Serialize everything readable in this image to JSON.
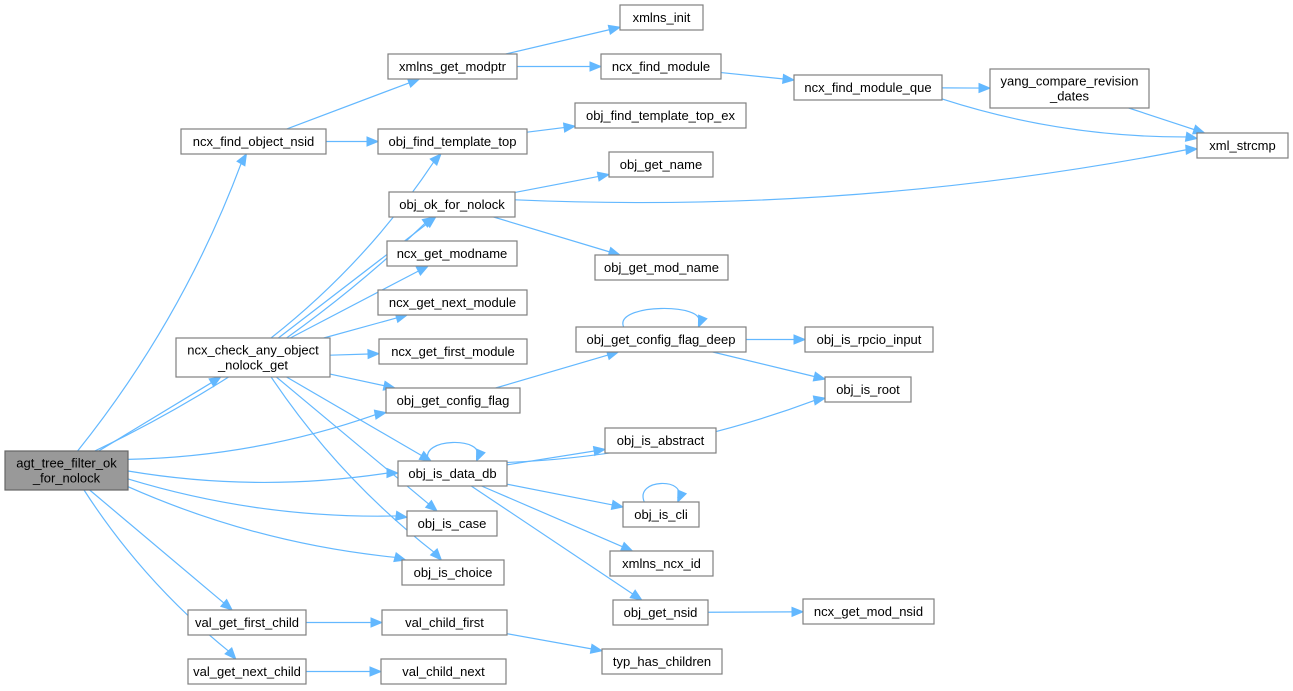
{
  "graph": {
    "type": "call-graph",
    "root": "agt_tree_filter_ok_for_nolock",
    "colors": {
      "edge": "#63b8ff",
      "node_border": "#808080",
      "root_fill": "#999999",
      "node_fill": "#ffffff"
    },
    "nodes": [
      {
        "id": "agt_tree_filter_ok_for_nolock",
        "lines": [
          "agt_tree_filter_ok",
          "_for_nolock"
        ],
        "root": true
      },
      {
        "id": "ncx_find_object_nsid",
        "lines": [
          "ncx_find_object_nsid"
        ]
      },
      {
        "id": "ncx_check_any_object_nolock_get",
        "lines": [
          "ncx_check_any_object",
          "_nolock_get"
        ]
      },
      {
        "id": "val_get_first_child",
        "lines": [
          "val_get_first_child"
        ]
      },
      {
        "id": "val_get_next_child",
        "lines": [
          "val_get_next_child"
        ]
      },
      {
        "id": "xmlns_get_modptr",
        "lines": [
          "xmlns_get_modptr"
        ]
      },
      {
        "id": "obj_find_template_top",
        "lines": [
          "obj_find_template_top"
        ]
      },
      {
        "id": "obj_ok_for_nolock",
        "lines": [
          "obj_ok_for_nolock"
        ]
      },
      {
        "id": "ncx_get_modname",
        "lines": [
          "ncx_get_modname"
        ]
      },
      {
        "id": "ncx_get_next_module",
        "lines": [
          "ncx_get_next_module"
        ]
      },
      {
        "id": "ncx_get_first_module",
        "lines": [
          "ncx_get_first_module"
        ]
      },
      {
        "id": "obj_get_config_flag",
        "lines": [
          "obj_get_config_flag"
        ]
      },
      {
        "id": "obj_is_data_db",
        "lines": [
          "obj_is_data_db"
        ]
      },
      {
        "id": "obj_is_case",
        "lines": [
          "obj_is_case"
        ]
      },
      {
        "id": "obj_is_choice",
        "lines": [
          "obj_is_choice"
        ]
      },
      {
        "id": "val_child_first",
        "lines": [
          "val_child_first"
        ]
      },
      {
        "id": "val_child_next",
        "lines": [
          "val_child_next"
        ]
      },
      {
        "id": "xmlns_init",
        "lines": [
          "xmlns_init"
        ]
      },
      {
        "id": "ncx_find_module",
        "lines": [
          "ncx_find_module"
        ]
      },
      {
        "id": "obj_find_template_top_ex",
        "lines": [
          "obj_find_template_top_ex"
        ]
      },
      {
        "id": "obj_get_name",
        "lines": [
          "obj_get_name"
        ]
      },
      {
        "id": "obj_get_mod_name",
        "lines": [
          "obj_get_mod_name"
        ]
      },
      {
        "id": "obj_get_config_flag_deep",
        "lines": [
          "obj_get_config_flag_deep"
        ]
      },
      {
        "id": "obj_is_abstract",
        "lines": [
          "obj_is_abstract"
        ]
      },
      {
        "id": "obj_is_cli",
        "lines": [
          "obj_is_cli"
        ]
      },
      {
        "id": "xmlns_ncx_id",
        "lines": [
          "xmlns_ncx_id"
        ]
      },
      {
        "id": "obj_get_nsid",
        "lines": [
          "obj_get_nsid"
        ]
      },
      {
        "id": "typ_has_children",
        "lines": [
          "typ_has_children"
        ]
      },
      {
        "id": "ncx_find_module_que",
        "lines": [
          "ncx_find_module_que"
        ]
      },
      {
        "id": "obj_is_rpcio_input",
        "lines": [
          "obj_is_rpcio_input"
        ]
      },
      {
        "id": "obj_is_root",
        "lines": [
          "obj_is_root"
        ]
      },
      {
        "id": "ncx_get_mod_nsid",
        "lines": [
          "ncx_get_mod_nsid"
        ]
      },
      {
        "id": "yang_compare_revision_dates",
        "lines": [
          "yang_compare_revision",
          "_dates"
        ]
      },
      {
        "id": "xml_strcmp",
        "lines": [
          "xml_strcmp"
        ]
      }
    ],
    "edges": [
      [
        "agt_tree_filter_ok_for_nolock",
        "ncx_find_object_nsid"
      ],
      [
        "agt_tree_filter_ok_for_nolock",
        "obj_ok_for_nolock"
      ],
      [
        "agt_tree_filter_ok_for_nolock",
        "ncx_check_any_object_nolock_get"
      ],
      [
        "agt_tree_filter_ok_for_nolock",
        "obj_get_config_flag"
      ],
      [
        "agt_tree_filter_ok_for_nolock",
        "obj_is_data_db"
      ],
      [
        "agt_tree_filter_ok_for_nolock",
        "obj_is_case"
      ],
      [
        "agt_tree_filter_ok_for_nolock",
        "obj_is_choice"
      ],
      [
        "agt_tree_filter_ok_for_nolock",
        "val_get_first_child"
      ],
      [
        "agt_tree_filter_ok_for_nolock",
        "val_get_next_child"
      ],
      [
        "ncx_find_object_nsid",
        "xmlns_get_modptr"
      ],
      [
        "ncx_find_object_nsid",
        "obj_find_template_top"
      ],
      [
        "ncx_check_any_object_nolock_get",
        "obj_find_template_top"
      ],
      [
        "ncx_check_any_object_nolock_get",
        "obj_ok_for_nolock"
      ],
      [
        "ncx_check_any_object_nolock_get",
        "ncx_get_modname"
      ],
      [
        "ncx_check_any_object_nolock_get",
        "ncx_get_next_module"
      ],
      [
        "ncx_check_any_object_nolock_get",
        "ncx_get_first_module"
      ],
      [
        "ncx_check_any_object_nolock_get",
        "obj_get_config_flag"
      ],
      [
        "ncx_check_any_object_nolock_get",
        "obj_is_data_db"
      ],
      [
        "ncx_check_any_object_nolock_get",
        "obj_is_case"
      ],
      [
        "ncx_check_any_object_nolock_get",
        "obj_is_choice"
      ],
      [
        "xmlns_get_modptr",
        "xmlns_init"
      ],
      [
        "xmlns_get_modptr",
        "ncx_find_module"
      ],
      [
        "obj_find_template_top",
        "obj_find_template_top_ex"
      ],
      [
        "obj_ok_for_nolock",
        "obj_get_name"
      ],
      [
        "obj_ok_for_nolock",
        "obj_get_mod_name"
      ],
      [
        "obj_ok_for_nolock",
        "xml_strcmp"
      ],
      [
        "obj_get_config_flag",
        "obj_get_config_flag_deep"
      ],
      [
        "obj_get_config_flag_deep",
        "obj_get_config_flag_deep"
      ],
      [
        "obj_get_config_flag_deep",
        "obj_is_rpcio_input"
      ],
      [
        "obj_get_config_flag_deep",
        "obj_is_root"
      ],
      [
        "obj_is_data_db",
        "obj_is_data_db"
      ],
      [
        "obj_is_data_db",
        "obj_is_root"
      ],
      [
        "obj_is_data_db",
        "obj_is_abstract"
      ],
      [
        "obj_is_data_db",
        "obj_is_cli"
      ],
      [
        "obj_is_data_db",
        "xmlns_ncx_id"
      ],
      [
        "obj_is_data_db",
        "obj_get_nsid"
      ],
      [
        "obj_is_cli",
        "obj_is_cli"
      ],
      [
        "obj_get_nsid",
        "ncx_get_mod_nsid"
      ],
      [
        "ncx_find_module",
        "ncx_find_module_que"
      ],
      [
        "ncx_find_module_que",
        "yang_compare_revision_dates"
      ],
      [
        "ncx_find_module_que",
        "xml_strcmp"
      ],
      [
        "yang_compare_revision_dates",
        "xml_strcmp"
      ],
      [
        "val_get_first_child",
        "val_child_first"
      ],
      [
        "val_get_next_child",
        "val_child_next"
      ],
      [
        "val_child_first",
        "typ_has_children"
      ]
    ]
  }
}
